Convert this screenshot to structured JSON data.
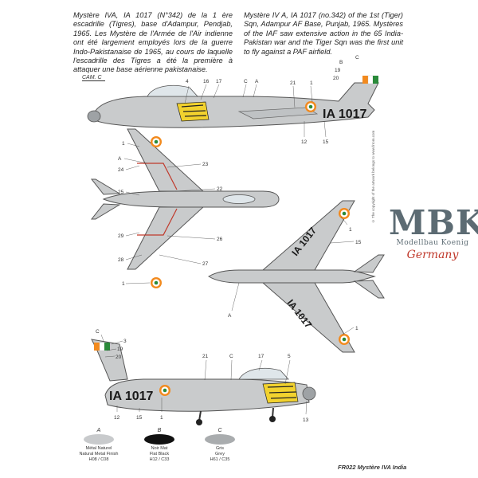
{
  "text": {
    "french": "Mystère IVA, IA 1017 (N°342) de la 1 ère escadrille (Tigres), base d'Adampur, Pendjab, 1965. Les Mystère de l'Armée de l'Air indienne ont été largement employés lors de la guerre Indo-Pakistanaise de 1965, au cours de laquelle l'escadrille des Tigres a été la première à attaquer une base aérienne pakistanaise.",
    "english": "Mystère IV A, IA 1017 (no.342) of the 1st (Tiger) Sqn, Adampur AF Base, Punjab, 1965. Mystères of the IAF saw extensive action in the 65 India-Pakistan war and the Tiger Sqn was the first unit to fly against a PAF airfield."
  },
  "cam_label": "CAM. C",
  "serial": "IA 1017",
  "callouts": {
    "top_side": [
      "4",
      "16",
      "17",
      "C",
      "A",
      "21",
      "1",
      "C",
      "B",
      "19",
      "20",
      "12",
      "15"
    ],
    "plan_top": [
      "1",
      "A",
      "24",
      "23",
      "25",
      "22",
      "29",
      "26",
      "28",
      "27",
      "1"
    ],
    "plan_bottom": [
      "1",
      "15",
      "A",
      "1"
    ],
    "bottom_side": [
      "C",
      "3",
      "19",
      "20",
      "21",
      "C",
      "17",
      "5",
      "12",
      "15",
      "1",
      "13"
    ]
  },
  "paints": [
    {
      "letter": "A",
      "color": "#c8cacc",
      "line1": "Métal Naturel",
      "line2": "Natural Metal Finish",
      "code": "H08 / C08"
    },
    {
      "letter": "B",
      "color": "#111111",
      "line1": "Noir Mat",
      "line2": "Flat Black",
      "code": "H12 / C33"
    },
    {
      "letter": "C",
      "color": "#a9acae",
      "line1": "Gris",
      "line2": "Grey",
      "code": "H61 / C35"
    }
  ],
  "brand": {
    "logo": "MBK",
    "subtitle": "Modellbau Koenig",
    "country": "Germany"
  },
  "copyright": "© The copyright of the artwork belongs to www.frrom.com",
  "footer": "FR022  Mystère IVA  India",
  "colors": {
    "fuselage": "#c9cbcc",
    "outline": "#555555",
    "saffron": "#f28a1e",
    "green": "#2a8a3a",
    "walkway": "#c0392b",
    "tiger": "#f2d22e"
  }
}
